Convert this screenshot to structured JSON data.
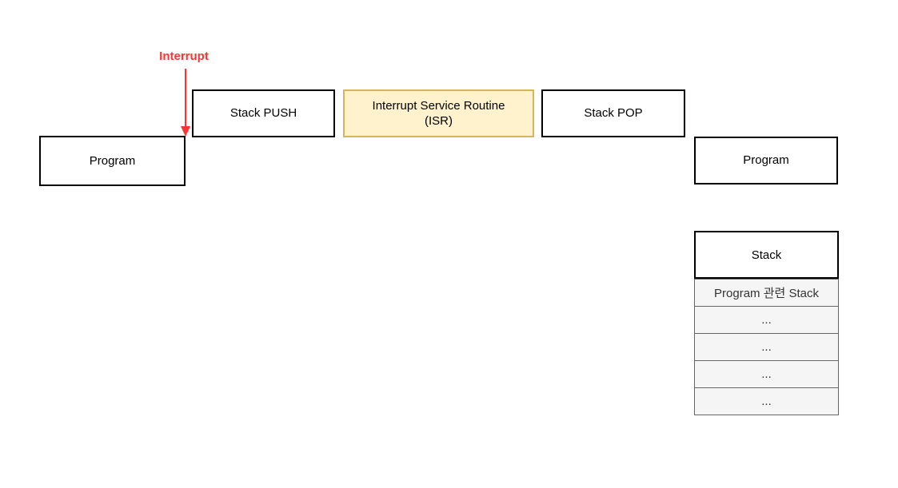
{
  "diagram": {
    "interrupt": {
      "label": "Interrupt"
    },
    "boxes": {
      "program_left": "Program",
      "stack_push": "Stack PUSH",
      "isr_line1": "Interrupt Service Routine",
      "isr_line2": "(ISR)",
      "stack_pop": "Stack POP",
      "program_right": "Program"
    },
    "stack_table": {
      "header": "Stack",
      "rows": [
        "Program 관련 Stack",
        "...",
        "...",
        "...",
        "..."
      ]
    },
    "colors": {
      "interrupt_red": "#FF3333",
      "isr_fill": "#FFF2CC",
      "isr_border": "#D6B656",
      "box_border": "#000000",
      "row_fill": "#F5F5F5",
      "row_border": "#666666",
      "background": "#FFFFFF"
    }
  }
}
